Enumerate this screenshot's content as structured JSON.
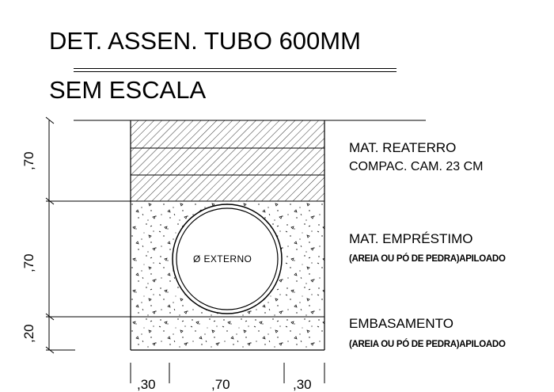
{
  "title": "DET. ASSEN. TUBO 600MM",
  "subtitle": "SEM ESCALA",
  "pipe_label": "Ø EXTERNO",
  "layers": [
    {
      "label": "MAT. REATERRO",
      "sub": "COMPAC. CAM. 23 CM"
    },
    {
      "label": "MAT. EMPRÉSTIMO",
      "sub": "(AREIA OU PÓ DE PEDRA)APILOADO"
    },
    {
      "label": "EMBASAMENTO",
      "sub": "(AREIA OU PÓ DE PEDRA)APILOADO"
    }
  ],
  "vertical_dims": [
    ",70",
    ",70",
    ",20"
  ],
  "horizontal_dims": [
    ",30",
    ",70",
    ",30"
  ]
}
